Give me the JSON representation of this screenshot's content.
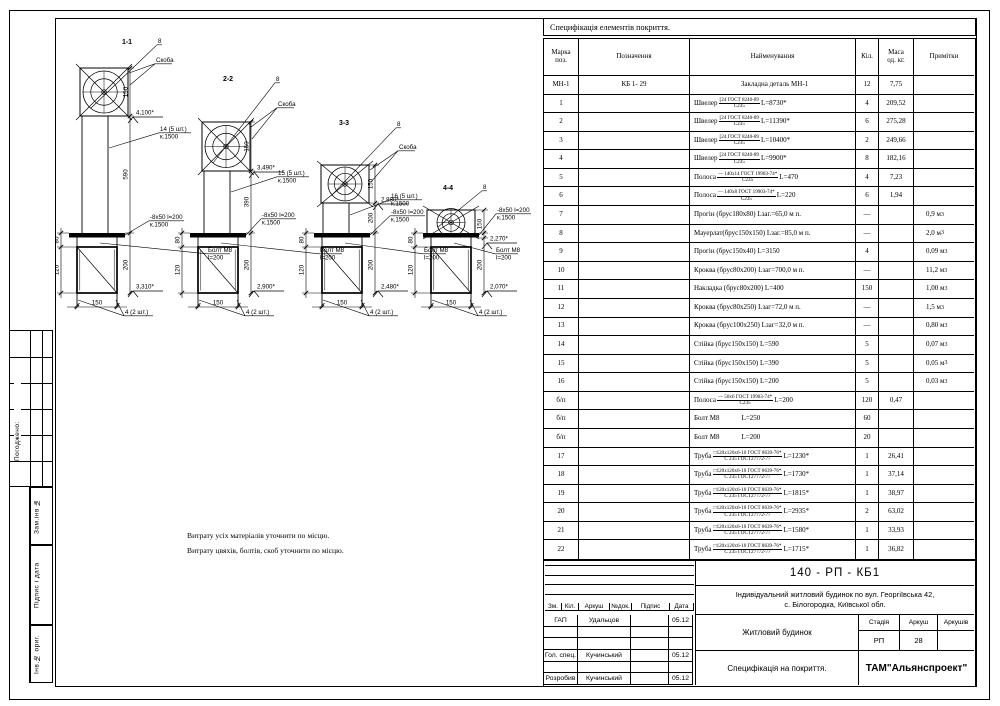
{
  "spec_table": {
    "title": "Специфікація  елементів покриття.",
    "columns": [
      "Марка\nпоз.",
      "Позначення",
      "Найменування",
      "Кіл.",
      "Маса\nод. кг.",
      "Примітки"
    ],
    "rows": [
      {
        "mark": "МН-1",
        "des": "КБ 1- 29",
        "name": {
          "text": "Закладна деталь МН-1",
          "align": "center"
        },
        "qty": "12",
        "mass": "7,75",
        "note": ""
      },
      {
        "mark": "1",
        "des": "",
        "name": {
          "prefix": "Швелер",
          "num": "[24  ГОСТ 8240-89",
          "den": "С235",
          "suffix": "L=8730*"
        },
        "qty": "4",
        "mass": "209,52",
        "note": ""
      },
      {
        "mark": "2",
        "des": "",
        "name": {
          "prefix": "Швелер",
          "num": "[24  ГОСТ 8240-89",
          "den": "С235",
          "suffix": "L=11390*"
        },
        "qty": "6",
        "mass": "275,28",
        "note": ""
      },
      {
        "mark": "3",
        "des": "",
        "name": {
          "prefix": "Швелер",
          "num": "[24  ГОСТ 8240-89",
          "den": "С235",
          "suffix": "L=10400*"
        },
        "qty": "2",
        "mass": "249,66",
        "note": ""
      },
      {
        "mark": "4",
        "des": "",
        "name": {
          "prefix": "Швелер",
          "num": "[24  ГОСТ 8240-89",
          "den": "С235",
          "suffix": "L=9900*"
        },
        "qty": "8",
        "mass": "182,16",
        "note": ""
      },
      {
        "mark": "5",
        "des": "",
        "name": {
          "prefix": "Полоса",
          "num": "— 140x14  ГОСТ 19903-74*",
          "den": "С235",
          "suffix": "L=470"
        },
        "qty": "4",
        "mass": "7,23",
        "note": ""
      },
      {
        "mark": "6",
        "des": "",
        "name": {
          "prefix": "Полоса",
          "num": "— 140x8  ГОСТ 19903-74*",
          "den": "С235",
          "suffix": "L=220"
        },
        "qty": "6",
        "mass": "1,94",
        "note": ""
      },
      {
        "mark": "7",
        "des": "",
        "name": {
          "text": "Прогін (брус180x80)  Lзаг.=65,0 м п."
        },
        "qty": "—",
        "mass": "",
        "note": "0,9 м³"
      },
      {
        "mark": "8",
        "des": "",
        "name": {
          "text": "Мауерлат(брус150x150)  Lзаг.=85,0 м п."
        },
        "qty": "—",
        "mass": "",
        "note": "2,0 м³"
      },
      {
        "mark": "9",
        "des": "",
        "name": {
          "text": "Прогін (брус150x40)  L=3150"
        },
        "qty": "4",
        "mass": "",
        "note": "0,09 м³"
      },
      {
        "mark": "10",
        "des": "",
        "name": {
          "text": "Кроква (брус80x200)  Lзаг=700,0 м п."
        },
        "qty": "—",
        "mass": "",
        "note": "11,2 м³"
      },
      {
        "mark": "11",
        "des": "",
        "name": {
          "text": "Накладка (брус80x200)  L=400"
        },
        "qty": "150",
        "mass": "",
        "note": "1,00 м³"
      },
      {
        "mark": "12",
        "des": "",
        "name": {
          "text": "Кроква (брус80x250)  Lзаг=72,0 м п."
        },
        "qty": "—",
        "mass": "",
        "note": "1,5 м³"
      },
      {
        "mark": "13",
        "des": "",
        "name": {
          "text": "Кроква (брус100x250)  Lзаг=32,0 м п."
        },
        "qty": "—",
        "mass": "",
        "note": "0,80 м³"
      },
      {
        "mark": "14",
        "des": "",
        "name": {
          "text": "Стійка (брус150x150)  L=590"
        },
        "qty": "5",
        "mass": "",
        "note": "0,07 м³"
      },
      {
        "mark": "15",
        "des": "",
        "name": {
          "text": "Стійка (брус150x150)  L=390"
        },
        "qty": "5",
        "mass": "",
        "note": "0,05 м³"
      },
      {
        "mark": "16",
        "des": "",
        "name": {
          "text": "Стійка (брус150x150)  L=200"
        },
        "qty": "5",
        "mass": "",
        "note": "0,03 м³"
      },
      {
        "mark": "б/п",
        "des": "",
        "name": {
          "prefix": "Полоса",
          "num": "— 50x6  ГОСТ 19903-74*",
          "den": "С235",
          "suffix": "L=200"
        },
        "qty": "120",
        "mass": "0,47",
        "note": ""
      },
      {
        "mark": "б/п",
        "des": "",
        "name": {
          "prefix": "Болт М8",
          "suffix": "L=250"
        },
        "qty": "60",
        "mass": "",
        "note": ""
      },
      {
        "mark": "б/п",
        "des": "",
        "name": {
          "prefix": "Болт М8",
          "suffix": "L=200"
        },
        "qty": "20",
        "mass": "",
        "note": ""
      },
      {
        "mark": "17",
        "des": "",
        "name": {
          "prefix": "Труба",
          "num": "□120x120x6-10 ГОСТ 8639-76*",
          "den": "С 235  ГОСТ27772-77",
          "suffix": "L=1230*"
        },
        "qty": "1",
        "mass": "26,41",
        "note": ""
      },
      {
        "mark": "18",
        "des": "",
        "name": {
          "prefix": "Труба",
          "num": "□120x120x6-10 ГОСТ 8639-76*",
          "den": "С 235  ГОСТ27772-77",
          "suffix": "L=1730*"
        },
        "qty": "1",
        "mass": "37,14",
        "note": ""
      },
      {
        "mark": "19",
        "des": "",
        "name": {
          "prefix": "Труба",
          "num": "□120x120x6-10 ГОСТ 8639-76*",
          "den": "С 235  ГОСТ27772-77",
          "suffix": "L=1815*"
        },
        "qty": "1",
        "mass": "38,97",
        "note": ""
      },
      {
        "mark": "20",
        "des": "",
        "name": {
          "prefix": "Труба",
          "num": "□120x120x6-10 ГОСТ 8639-76*",
          "den": "С 235  ГОСТ27772-77",
          "suffix": "L=2935*"
        },
        "qty": "2",
        "mass": "63,02",
        "note": ""
      },
      {
        "mark": "21",
        "des": "",
        "name": {
          "prefix": "Труба",
          "num": "□120x120x6-10 ГОСТ 8639-76*",
          "den": "С 235  ГОСТ27772-77",
          "suffix": "L=1580*"
        },
        "qty": "1",
        "mass": "33,93",
        "note": ""
      },
      {
        "mark": "22",
        "des": "",
        "name": {
          "prefix": "Труба",
          "num": "□120x120x6-10 ГОСТ 8639-76*",
          "den": "С 235  ГОСТ27772-77",
          "suffix": "L=1715*"
        },
        "qty": "1",
        "mass": "36,82",
        "note": ""
      }
    ]
  },
  "notes": [
    "Витрату усіх матеріалів уточнити по місцю.",
    "Витрату цвяхів, болтів, скоб уточнити по місцю."
  ],
  "title_block": {
    "doc_number": "140 - РП - КБ1",
    "object_lines": [
      "Індивідуальний житловий будинок по вул. Георгіївська 42,",
      "с. Білогородка,  Київської обл."
    ],
    "project_name": "Житловий будинок",
    "sheet_title": "Специфікація на покриття.",
    "company": "ТАМ\"Альянспроект\"",
    "stage_label": "Стадія",
    "sheet_label": "Аркуш",
    "sheets_label": "Аркушів",
    "stage": "РП",
    "sheet_no": "28",
    "sheets_total": "",
    "cols": [
      "Зм.",
      "Кіл.",
      "Аркуш",
      "№док.",
      "Підпис",
      "Дата"
    ],
    "people": [
      {
        "role": "ГАП",
        "name": "Удальцов",
        "sign": "",
        "date": "05.12"
      },
      {
        "role": "",
        "name": "",
        "sign": "",
        "date": ""
      },
      {
        "role": "",
        "name": "",
        "sign": "",
        "date": ""
      },
      {
        "role": "Гол. спец.",
        "name": "Кучинський",
        "sign": "",
        "date": "05.12"
      },
      {
        "role": "",
        "name": "",
        "sign": "",
        "date": ""
      },
      {
        "role": "Розробив",
        "name": "Кучинський",
        "sign": "",
        "date": "05.12"
      }
    ]
  },
  "side_strip": {
    "approved": "Погоджено:",
    "fields": [
      "Зам.інв №",
      "Підпис і дата",
      "Інв.№ ориг."
    ]
  },
  "drawings": {
    "sections": [
      {
        "title": "1-1",
        "item8": "8",
        "skoba": "Скоба",
        "nail": [
          "14 (5 шт.)",
          "к.1500"
        ],
        "plate": [
          "-8x50 l=200",
          "к.1500"
        ],
        "bolt": [
          "Болт М8",
          "l=200"
        ],
        "dim_top": "150",
        "dim_shaft": "590",
        "dim_box": "200",
        "dim_80": "80",
        "dim_120": "120",
        "dim_width": "150",
        "level_top": "4,100*",
        "level_bot": "3,310*",
        "anchors": "4 (2 шт.)"
      },
      {
        "title": "2-2",
        "item8": "8",
        "skoba": "Скоба",
        "nail": [
          "15 (5 шт.)",
          "к.1500"
        ],
        "plate": [
          "-8x50 l=200",
          "к.1500"
        ],
        "bolt": [
          "Болт М8",
          "l=200"
        ],
        "dim_top": "150",
        "dim_shaft": "390",
        "dim_box": "200",
        "dim_80": "80",
        "dim_120": "120",
        "dim_width": "150",
        "level_top": "3,490*",
        "level_bot": "2,900*",
        "anchors": "4 (2 шт.)"
      },
      {
        "title": "3-3",
        "item8": "8",
        "skoba": "Скоба",
        "nail": [
          "16 (5 шт.)",
          "к.1500"
        ],
        "plate": [
          "-8x50 l=200",
          "к.1500"
        ],
        "bolt": [
          "Болт М8",
          "l=200"
        ],
        "dim_top": "150",
        "dim_shaft": "200",
        "dim_box": "200",
        "dim_80": "80",
        "dim_120": "120",
        "dim_width": "150",
        "level_top": "2,880*",
        "level_bot": "2,480*",
        "anchors": "4 (2 шт.)"
      },
      {
        "title": "4-4",
        "item8": "8",
        "skoba": null,
        "nail": null,
        "plate": [
          "-8x50 l=200",
          "к.1500"
        ],
        "bolt": [
          "Болт М8",
          "l=200"
        ],
        "dim_top": "150",
        "dim_shaft": null,
        "dim_box": "200",
        "dim_80": "80",
        "dim_120": "120",
        "dim_width": "150",
        "level_top": "2,270*",
        "level_bot": "2,070*",
        "anchors": "4 (2 шт.)"
      }
    ]
  }
}
